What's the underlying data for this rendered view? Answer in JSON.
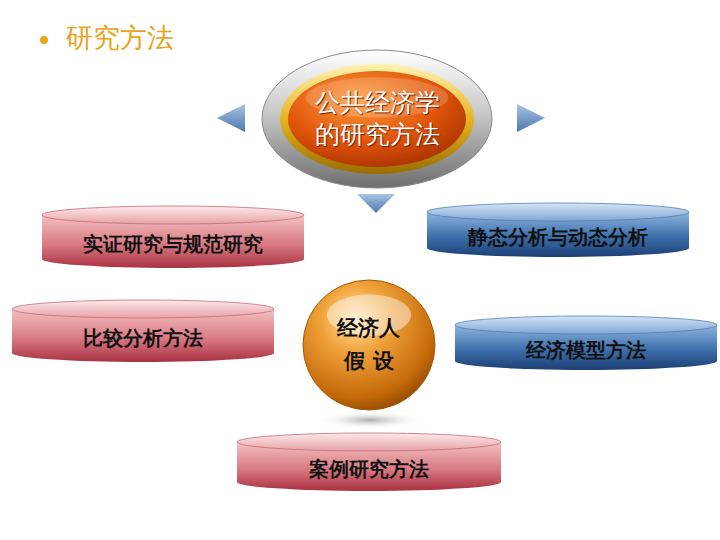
{
  "diagram": {
    "title": "研究方法",
    "nodes": [
      {
        "text": [
          "公共经济学 的研究方法"
        ]
      },
      {
        "text": [
          "实证研究与规范研究"
        ]
      },
      {
        "text": [
          "静态分析与动态分析"
        ]
      },
      {
        "text": [
          "经济人 假 设"
        ]
      },
      {
        "text": [
          "比较分析方法"
        ]
      },
      {
        "text": [
          "经济模型方法"
        ]
      },
      {
        "text": [
          "案例研究方法"
        ]
      }
    ]
  }
}
